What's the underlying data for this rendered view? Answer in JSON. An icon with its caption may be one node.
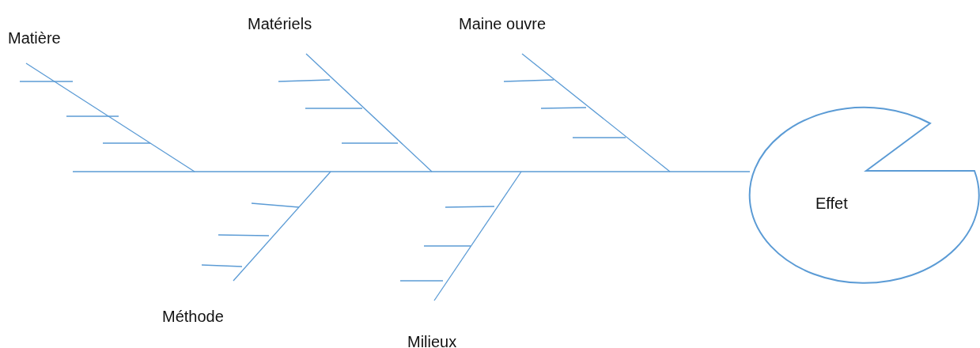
{
  "diagram": {
    "nodes": [
      {
        "text": [
          "Matière"
        ]
      },
      {
        "text": [
          "Matériels"
        ]
      },
      {
        "text": [
          "Maine ouvre"
        ]
      },
      {
        "text": [
          "Méthode"
        ]
      },
      {
        "text": [
          "Milieux"
        ]
      },
      {
        "text": [
          "Effet"
        ]
      }
    ],
    "edges": [
      {
        "from": null,
        "to": 5,
        "arrow": "none"
      },
      {
        "from": 0,
        "to": null,
        "arrow": "none"
      },
      {
        "from": 1,
        "to": null,
        "arrow": "none"
      },
      {
        "from": 2,
        "to": null,
        "arrow": "none"
      },
      {
        "from": 3,
        "to": null,
        "arrow": "none"
      },
      {
        "from": 4,
        "to": null,
        "arrow": "none"
      }
    ]
  }
}
